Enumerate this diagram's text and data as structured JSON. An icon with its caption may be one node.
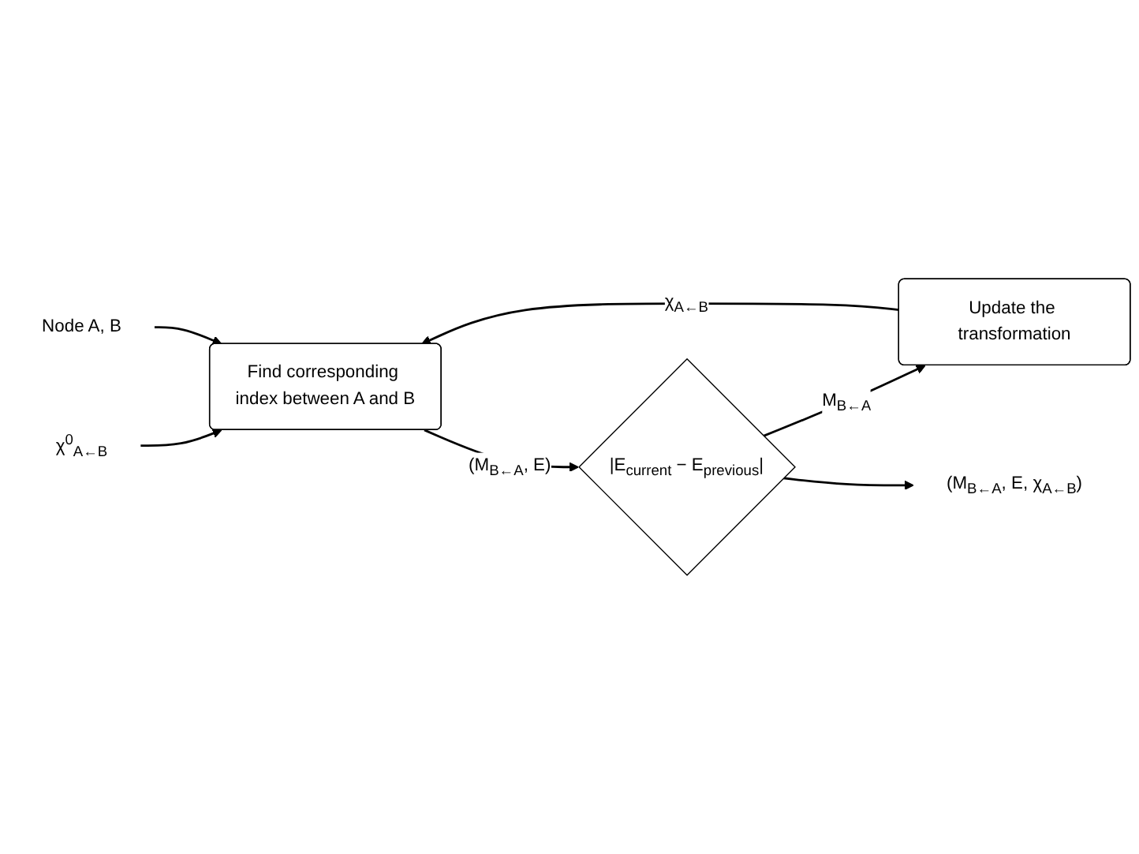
{
  "diagram": {
    "nodes": [
      {
        "text": [
          "χ$^{0}$$_{A←B}$"
        ]
      },
      {
        "text": [
          "Update the transformation"
        ]
      },
      {
        "text": [
          "Node A, B"
        ]
      },
      {
        "text": [
          "Find corresponding index between A and B"
        ]
      },
      {
        "text": [
          "|E$_{current}$ − E$_{previous}$|"
        ]
      },
      {
        "text": [
          "(M$_{B←A}$, E, χ$_{A←B}$)"
        ]
      }
    ],
    "edges": [
      {
        "from": 0,
        "to": 3,
        "arrow": "to"
      },
      {
        "from": 1,
        "to": 3,
        "arrow": "to",
        "label": "χ$_{A←B}$"
      },
      {
        "from": 2,
        "to": 3,
        "arrow": "to"
      },
      {
        "from": 3,
        "to": 4,
        "arrow": "to",
        "label": "(M$_{B←A}$, E)"
      },
      {
        "from": 4,
        "to": 1,
        "arrow": "to",
        "label": "M$_{B←A}$"
      },
      {
        "from": 4,
        "to": 5,
        "arrow": "to"
      }
    ]
  }
}
